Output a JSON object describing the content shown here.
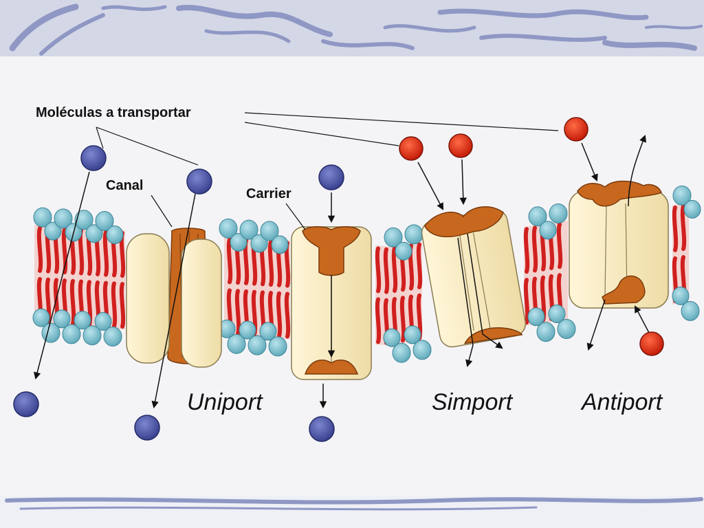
{
  "labels": {
    "molecules": "Moléculas a transportar",
    "canal": "Canal",
    "carrier": "Carrier",
    "uniport": "Uniport",
    "simport": "Simport",
    "antiport": "Antiport"
  },
  "colors": {
    "slide_bg": "#eef0f6",
    "banner": "#d4d7e6",
    "swoosh": "#8f97c4",
    "lipid_head": "#7fbfcf",
    "lipid_tail": "#d0201e",
    "protein": "#f7e9bd",
    "protein_binding": "#c8681e",
    "molecule_blue": "#4d56a6",
    "molecule_red": "#e03018"
  },
  "icons": {
    "blue_molecule": "blue-molecule-icon",
    "red_molecule": "red-molecule-icon"
  }
}
